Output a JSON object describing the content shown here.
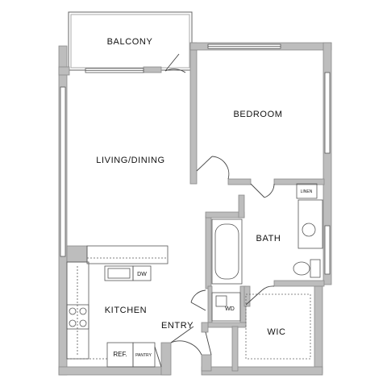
{
  "plan": {
    "rooms": {
      "balcony": "BALCONY",
      "bedroom": "BEDROOM",
      "living_dining": "LIVING/DINING",
      "bath": "BATH",
      "kitchen": "KITCHEN",
      "entry": "ENTRY",
      "wic": "WIC"
    },
    "fixtures": {
      "linen": "LINEN",
      "dishwasher": "DW",
      "washer_dryer": "WD",
      "refrigerator": "REF.",
      "pantry": "PANTRY"
    },
    "colors": {
      "wall_fill": "#bdbdbd",
      "wall_stroke": "#8a8a8a",
      "line": "#555555",
      "text": "#111111",
      "background": "#ffffff"
    }
  }
}
